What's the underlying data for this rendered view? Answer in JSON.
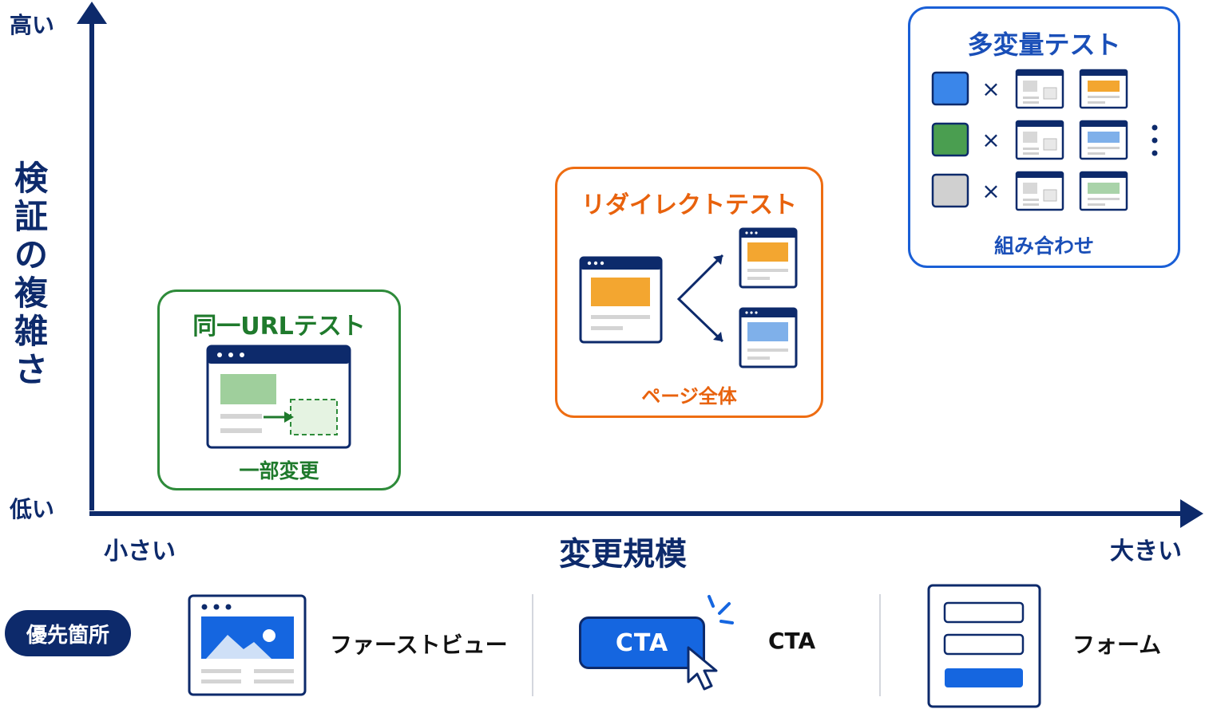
{
  "y_axis": {
    "high": "高い",
    "low": "低い",
    "title_chars": [
      "検",
      "証",
      "の",
      "複",
      "雑",
      "さ"
    ]
  },
  "x_axis": {
    "small": "小さい",
    "large": "大きい",
    "title": "変更規模"
  },
  "same_url": {
    "title": "同一URLテスト",
    "caption": "一部変更",
    "color": "#2e8b3a"
  },
  "redirect": {
    "title": "リダイレクトテスト",
    "caption": "ページ全体",
    "color": "#ee6d12"
  },
  "multivariate": {
    "title": "多変量テスト",
    "caption": "組み合わせ",
    "color": "#1a5fd6",
    "times_symbol": "×",
    "swatches": [
      "#3a86ea",
      "#4a9e50",
      "#d0d0d0"
    ],
    "variant_colors": [
      "#f3a630",
      "#7fb0ea",
      "#a9d3a9"
    ]
  },
  "legend": {
    "badge": "優先箇所",
    "first_view": "ファーストビュー",
    "cta_button": "CTA",
    "cta_label": "CTA",
    "form": "フォーム"
  }
}
